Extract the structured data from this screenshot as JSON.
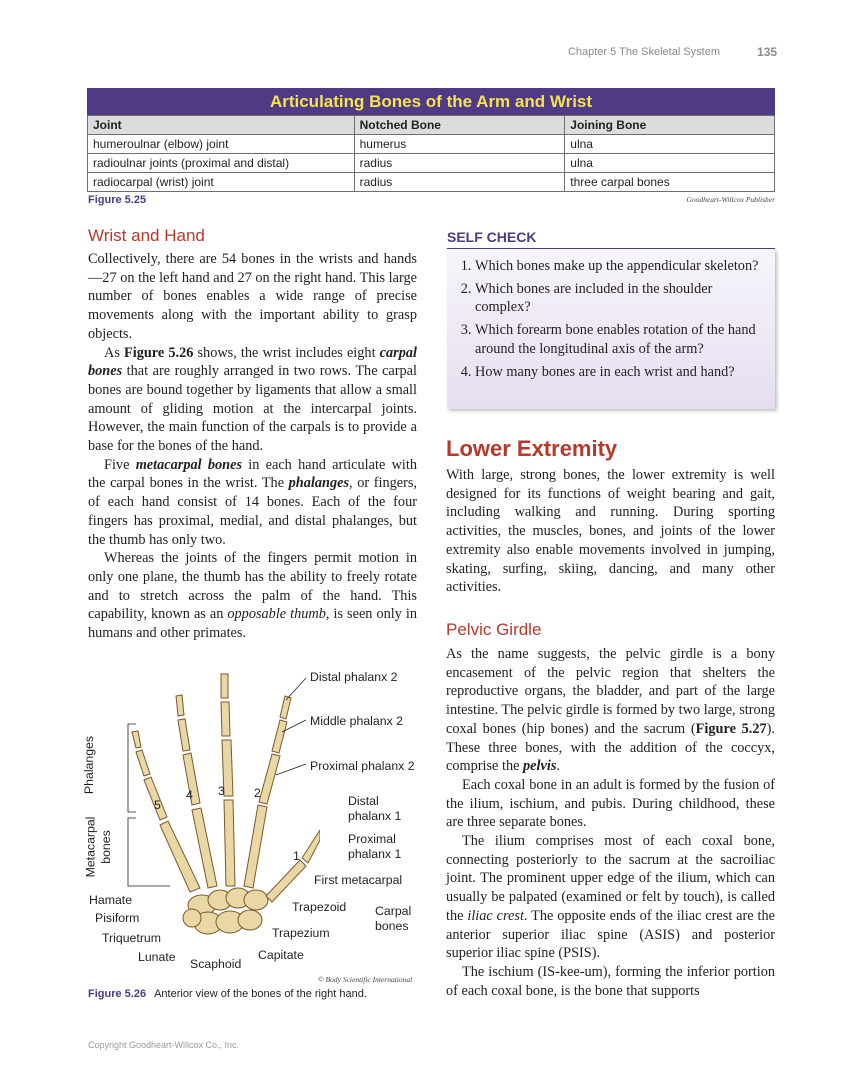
{
  "header": {
    "chapter": "Chapter 5   The Skeletal System",
    "page_number": "135"
  },
  "table": {
    "title": "Articulating Bones of the Arm and Wrist",
    "columns": [
      "Joint",
      "Notched Bone",
      "Joining Bone"
    ],
    "rows": [
      [
        "humeroulnar (elbow) joint",
        "humerus",
        "ulna"
      ],
      [
        "radioulnar joints (proximal and distal)",
        "radius",
        "ulna"
      ],
      [
        "radiocarpal (wrist) joint",
        "radius",
        "three carpal bones"
      ]
    ],
    "figure_label": "Figure 5.25",
    "credit": "Goodheart-Willcox Publisher"
  },
  "wrist": {
    "heading": "Wrist and Hand",
    "p1": "Collectively, there are 54 bones in the wrists and hands—27 on the left hand and 27 on the right hand. This large number of bones enables a wide range of precise movements along with the important ability to grasp objects.",
    "p2_a": "As ",
    "p2_fig": "Figure 5.26",
    "p2_b": " shows, the wrist includes eight ",
    "p2_term": "carpal bones",
    "p2_c": " that are roughly arranged in two rows. The carpal bones are bound together by ligaments that allow a small amount of gliding motion at the intercarpal joints. However, the main function of the carpals is to provide a base for the bones of the hand.",
    "p3_a": "Five ",
    "p3_term1": "metacarpal bones",
    "p3_b": " in each hand articulate with the carpal bones in the wrist. The ",
    "p3_term2": "phalanges",
    "p3_c": ", or fingers, of each hand consist of 14 bones. Each of the four fingers has proximal, medial, and distal phalanges, but the thumb has only two.",
    "p4_a": "Whereas the joints of the fingers permit motion in only one plane, the thumb has the ability to freely rotate and to stretch across the palm of the hand. This capability, known as an ",
    "p4_em": "opposable thumb",
    "p4_b": ", is seen only in humans and other primates."
  },
  "self_check": {
    "title": "SELF CHECK",
    "questions": [
      "Which bones make up the appendicular skeleton?",
      "Which bones are included in the shoulder complex?",
      "Which forearm bone enables rotation of the hand around the longitudinal axis of the arm?",
      "How many bones are in each wrist and hand?"
    ]
  },
  "lower": {
    "heading": "Lower Extremity",
    "p1": "With large, strong bones, the lower extremity is well designed for its functions of weight bearing and gait, including walking and running. During sporting activities, the muscles, bones, and joints of the lower extremity also enable movements involved in jumping, skating, surfing, skiing, dancing, and many other activities."
  },
  "pelvic": {
    "heading": "Pelvic Girdle",
    "p1_a": "As the name suggests, the pelvic girdle is a bony encasement of the pelvic region that shelters the reproductive organs, the bladder, and part of the large intestine. The pelvic girdle is formed by two large, strong coxal bones (hip bones) and the sacrum (",
    "p1_fig": "Figure 5.27",
    "p1_b": "). These three bones, with the addition of the coccyx, comprise the ",
    "p1_term": "pelvis",
    "p1_c": ".",
    "p2": "Each coxal bone in an adult is formed by the fusion of the ilium, ischium, and pubis. During childhood, these are three separate bones.",
    "p3_a": "The ilium comprises most of each coxal bone, connecting posteriorly to the sacrum at the sacroiliac joint. The prominent upper edge of the ilium, which can usually be palpated (examined or felt by touch), is called the ",
    "p3_em": "iliac crest",
    "p3_b": ". The opposite ends of the iliac crest are the anterior superior iliac spine (ASIS) and posterior superior iliac spine (PSIS).",
    "p4": "The ischium (IS-kee-um), forming the inferior portion of each coxal bone, is the bone that supports"
  },
  "figure26": {
    "labels": {
      "distal_phalanx_2": "Distal phalanx 2",
      "middle_phalanx_2": "Middle phalanx 2",
      "proximal_phalanx_2": "Proximal phalanx 2",
      "distal_phalanx_1_a": "Distal",
      "distal_phalanx_1_b": "phalanx 1",
      "proximal_phalanx_1_a": "Proximal",
      "proximal_phalanx_1_b": "phalanx 1",
      "first_metacarpal": "First metacarpal",
      "trapezoid": "Trapezoid",
      "carpal_bones_a": "Carpal",
      "carpal_bones_b": "bones",
      "trapezium": "Trapezium",
      "capitate": "Capitate",
      "scaphoid": "Scaphoid",
      "lunate": "Lunate",
      "triquetrum": "Triquetrum",
      "pisiform": "Pisiform",
      "hamate": "Hamate",
      "phalanges": "Phalanges",
      "metacarpal_a": "Metacarpal",
      "metacarpal_b": "bones",
      "n1": "1",
      "n2": "2",
      "n3": "3",
      "n4": "4",
      "n5": "5"
    },
    "credit": "© Body Scientific International",
    "caption_label": "Figure 5.26",
    "caption_text": "Anterior view of the bones of the right hand."
  },
  "footer": "Copyright Goodheart-Willcox Co., Inc.",
  "colors": {
    "accent_purple": "#4e3a85",
    "heading_red": "#b43a2c",
    "title_yellow": "#f6e34e",
    "bone": "#e9d7a6"
  }
}
